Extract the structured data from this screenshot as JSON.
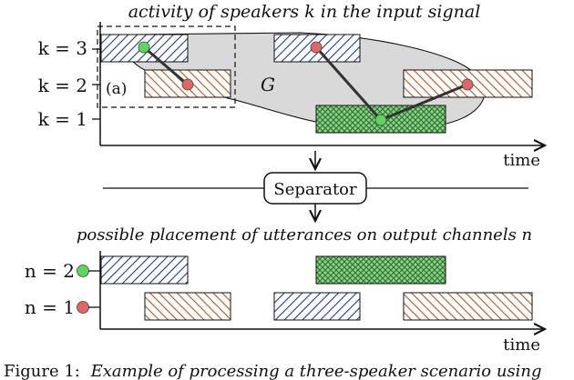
{
  "top": {
    "title": "activity of speakers k in the input signal",
    "rows": [
      {
        "k": "k = 3"
      },
      {
        "k": "k = 2"
      },
      {
        "k": "k = 1"
      }
    ],
    "graph_label": "G",
    "subbox_label": "(a)",
    "time_label": "time"
  },
  "separator": {
    "label": "Separator"
  },
  "bottom": {
    "title": "possible placement of utterances on output channels n",
    "rows": [
      {
        "n": "n = 2"
      },
      {
        "n": "n = 1"
      }
    ],
    "time_label": "time"
  },
  "caption": {
    "prefix": "Figure 1:",
    "text": "Example of processing a three-speaker scenario using"
  },
  "colors": {
    "speaker3": "#1f3a8a",
    "speaker2": "#b5531f",
    "speaker1": "#2f7a2f",
    "node_red": "#e06666",
    "node_green": "#5cd65c",
    "graph_fill": "#d9d9d9"
  }
}
